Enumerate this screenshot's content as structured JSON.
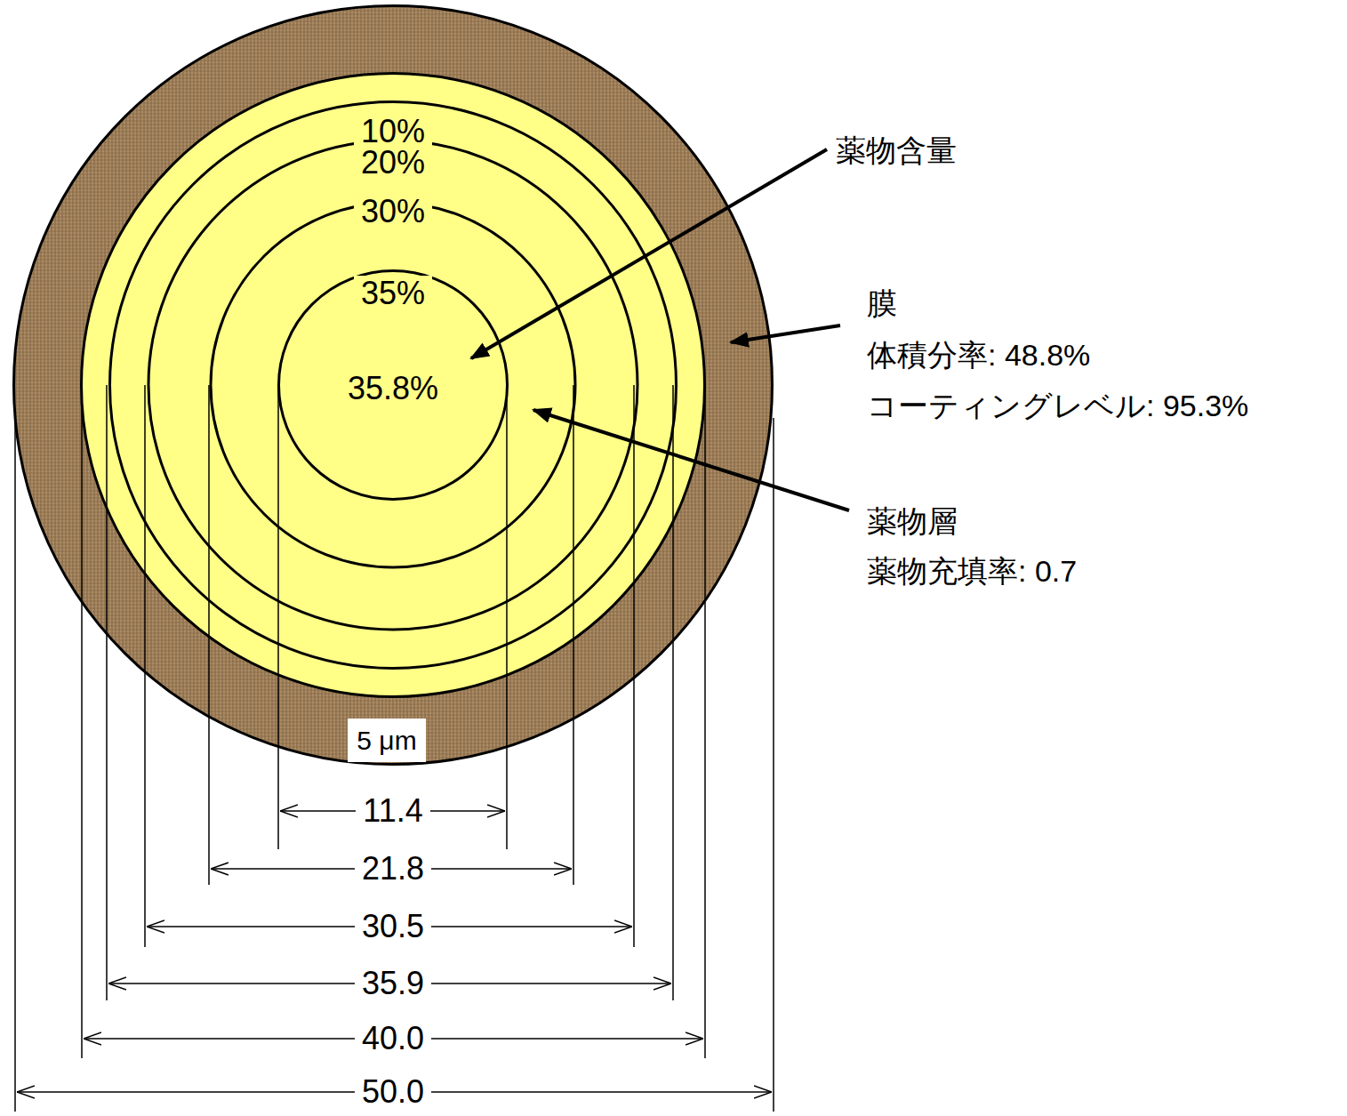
{
  "diagram": {
    "labels": [
      "10%",
      "20%",
      "30%",
      "35%",
      "35.8%",
      "5 μm",
      "11.4",
      "21.8",
      "30.5",
      "35.9",
      "40.0",
      "50.0",
      "薬物含量",
      "膜",
      "体積分率: 48.8%",
      "コーティングレベル: 95.3%",
      "薬物層",
      "薬物充填率: 0.7"
    ]
  }
}
